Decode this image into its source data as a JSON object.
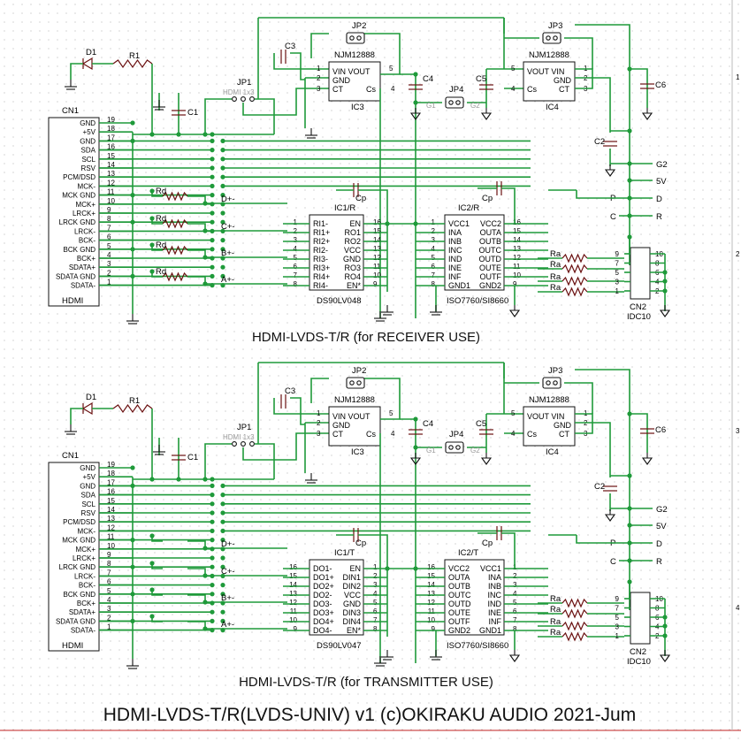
{
  "title": "HDMI-LVDS-T/R(LVDS-UNIV) v1 (c)OKIRAKU AUDIO 2021-Jum",
  "margin_numbers": [
    "1",
    "2",
    "3",
    "4"
  ],
  "sections": [
    {
      "caption": "HDMI-LVDS-T/R (for RECEIVER USE)",
      "cn1": {
        "ref": "CN1",
        "name": "HDMI",
        "pins": [
          {
            "num": "19",
            "label": "GND"
          },
          {
            "num": "18",
            "label": "+5V"
          },
          {
            "num": "17",
            "label": "GND"
          },
          {
            "num": "16",
            "label": "SDA"
          },
          {
            "num": "15",
            "label": "SCL"
          },
          {
            "num": "14",
            "label": "RSV"
          },
          {
            "num": "13",
            "label": "PCM/DSD"
          },
          {
            "num": "12",
            "label": "MCK-"
          },
          {
            "num": "11",
            "label": "MCK GND"
          },
          {
            "num": "10",
            "label": "MCK+"
          },
          {
            "num": "9",
            "label": "LRCK+"
          },
          {
            "num": "8",
            "label": "LRCK GND"
          },
          {
            "num": "7",
            "label": "LRCK-"
          },
          {
            "num": "6",
            "label": "BCK-"
          },
          {
            "num": "5",
            "label": "BCK GND"
          },
          {
            "num": "4",
            "label": "BCK+"
          },
          {
            "num": "3",
            "label": "SDATA+"
          },
          {
            "num": "2",
            "label": "SDATA GND"
          },
          {
            "num": "1",
            "label": "SDATA-"
          }
        ]
      },
      "d1": "D1",
      "r1": "R1",
      "c1": "C1",
      "c3": "C3",
      "c4": "C4",
      "c5": "C5",
      "c6": "C6",
      "c2": "C2",
      "jp1": "JP1",
      "jp1_sub": "HDMI 1x3",
      "jp2": "JP2",
      "jp3": "JP3",
      "jp4": "JP4",
      "jp4_left": "G1",
      "jp4_right": "G2",
      "ic3": {
        "part": "NJM12888",
        "ref": "IC3",
        "pins_left": [
          "VIN VOUT",
          "GND",
          "CT"
        ],
        "cs": "Cs",
        "nums_left": [
          "1",
          "2",
          "3"
        ],
        "num_right": "5",
        "num_cs": "4"
      },
      "ic4": {
        "part": "NJM12888",
        "ref": "IC4",
        "pins": [
          "VOUT VIN",
          "GND",
          "CT"
        ],
        "cs": "Cs",
        "nums_right": [
          "1",
          "2",
          "3"
        ],
        "num_left": "5",
        "num_cs": "4"
      },
      "rd": [
        "Rd",
        "Rd",
        "Rd",
        "Rd"
      ],
      "pairs": [
        "D+-",
        "C+-",
        "B+-",
        "A+-"
      ],
      "cp1": "Cp",
      "cp2": "Cp",
      "ic1": {
        "ref": "IC1/R",
        "part": "DS90LV048",
        "left": [
          "RI1-",
          "RI1+",
          "RI2+",
          "RI2-",
          "RI3-",
          "RI3+",
          "RI4+",
          "RI4-"
        ],
        "right": [
          "EN",
          "RO1",
          "RO2",
          "VCC",
          "GND",
          "RO3",
          "RO4",
          "EN*"
        ],
        "left_nums": [
          "1",
          "2",
          "3",
          "4",
          "5",
          "6",
          "7",
          "8"
        ],
        "right_nums": [
          "16",
          "15",
          "14",
          "13",
          "12",
          "11",
          "10",
          "9"
        ]
      },
      "ic2": {
        "ref": "IC2/R",
        "part": "ISO7760/SI8660",
        "left": [
          "VCC1",
          "INA",
          "INB",
          "INC",
          "IND",
          "INE",
          "INF",
          "GND1"
        ],
        "right": [
          "VCC2",
          "OUTA",
          "OUTB",
          "OUTC",
          "OUTD",
          "OUTE",
          "OUTF",
          "GND2"
        ],
        "left_nums": [
          "1",
          "2",
          "3",
          "4",
          "5",
          "6",
          "7",
          "8"
        ],
        "right_nums": [
          "16",
          "15",
          "14",
          "13",
          "12",
          "11",
          "10",
          "9"
        ]
      },
      "right_labels": [
        "G2",
        "5V",
        "D",
        "R",
        "P",
        "C"
      ],
      "ra": [
        "Ra",
        "Ra",
        "Ra",
        "Ra"
      ],
      "cn2": {
        "ref": "CN2",
        "name": "IDC10",
        "left": [
          "9",
          "7",
          "5",
          "3",
          "1"
        ],
        "right": [
          "10",
          "8",
          "6",
          "4",
          "2"
        ]
      }
    },
    {
      "caption": "HDMI-LVDS-T/R (for TRANSMITTER USE)",
      "cn1": {
        "ref": "CN1",
        "name": "HDMI",
        "pins": [
          {
            "num": "19",
            "label": "GND"
          },
          {
            "num": "18",
            "label": "+5V"
          },
          {
            "num": "17",
            "label": "GND"
          },
          {
            "num": "16",
            "label": "SDA"
          },
          {
            "num": "15",
            "label": "SCL"
          },
          {
            "num": "14",
            "label": "RSV"
          },
          {
            "num": "13",
            "label": "PCM/DSD"
          },
          {
            "num": "12",
            "label": "MCK-"
          },
          {
            "num": "11",
            "label": "MCK GND"
          },
          {
            "num": "10",
            "label": "MCK+"
          },
          {
            "num": "9",
            "label": "LRCK+"
          },
          {
            "num": "8",
            "label": "LRCK GND"
          },
          {
            "num": "7",
            "label": "LRCK-"
          },
          {
            "num": "6",
            "label": "BCK-"
          },
          {
            "num": "5",
            "label": "BCK GND"
          },
          {
            "num": "4",
            "label": "BCK+"
          },
          {
            "num": "3",
            "label": "SDATA+"
          },
          {
            "num": "2",
            "label": "SDATA GND"
          },
          {
            "num": "1",
            "label": "SDATA-"
          }
        ]
      },
      "d1": "D1",
      "r1": "R1",
      "c1": "C1",
      "c3": "C3",
      "c4": "C4",
      "c5": "C5",
      "c6": "C6",
      "c2": "C2",
      "jp1": "JP1",
      "jp1_sub": "HDMI 1x3",
      "jp2": "JP2",
      "jp3": "JP3",
      "jp4": "JP4",
      "jp4_left": "G1",
      "jp4_right": "G2",
      "ic3": {
        "part": "NJM12888",
        "ref": "IC3",
        "pins_left": [
          "VIN VOUT",
          "GND",
          "CT"
        ],
        "cs": "Cs",
        "nums_left": [
          "1",
          "2",
          "3"
        ],
        "num_right": "5",
        "num_cs": "4"
      },
      "ic4": {
        "part": "NJM12888",
        "ref": "IC4",
        "pins": [
          "VOUT VIN",
          "GND",
          "CT"
        ],
        "cs": "Cs",
        "nums_right": [
          "1",
          "2",
          "3"
        ],
        "num_left": "5",
        "num_cs": "4"
      },
      "rd": [],
      "pairs": [
        "D+-",
        "C+-",
        "B+-",
        "A+-"
      ],
      "cp1": "Cp",
      "cp2": "Cp",
      "ic1": {
        "ref": "IC1/T",
        "part": "DS90LV047",
        "left": [
          "DO1-",
          "DO1+",
          "DO2+",
          "DO2-",
          "DO3-",
          "DO3+",
          "DO4+",
          "DO4-"
        ],
        "right": [
          "EN",
          "DIN1",
          "DIN2",
          "VCC",
          "GND",
          "DIN3",
          "DIN4",
          "EN*"
        ],
        "left_nums": [
          "16",
          "15",
          "14",
          "13",
          "12",
          "11",
          "10",
          "9"
        ],
        "right_nums": [
          "1",
          "2",
          "3",
          "4",
          "5",
          "6",
          "7",
          "8"
        ]
      },
      "ic2": {
        "ref": "IC2/T",
        "part": "ISO7760/SI8660",
        "left": [
          "VCC2",
          "OUTA",
          "OUTB",
          "OUTC",
          "OUTD",
          "OUTE",
          "OUTF",
          "GND2"
        ],
        "right": [
          "VCC1",
          "INA",
          "INB",
          "INC",
          "IND",
          "INE",
          "INF",
          "GND1"
        ],
        "left_nums": [
          "16",
          "15",
          "14",
          "13",
          "12",
          "11",
          "10",
          "9"
        ],
        "right_nums": [
          "1",
          "2",
          "3",
          "4",
          "5",
          "6",
          "7",
          "8"
        ]
      },
      "right_labels": [
        "G2",
        "5V",
        "D",
        "R",
        "P",
        "C"
      ],
      "ra": [
        "Ra",
        "Ra",
        "Ra",
        "Ra"
      ],
      "cn2": {
        "ref": "CN2",
        "name": "IDC10",
        "left": [
          "9",
          "7",
          "5",
          "3",
          "1"
        ],
        "right": [
          "10",
          "8",
          "6",
          "4",
          "2"
        ]
      }
    }
  ]
}
